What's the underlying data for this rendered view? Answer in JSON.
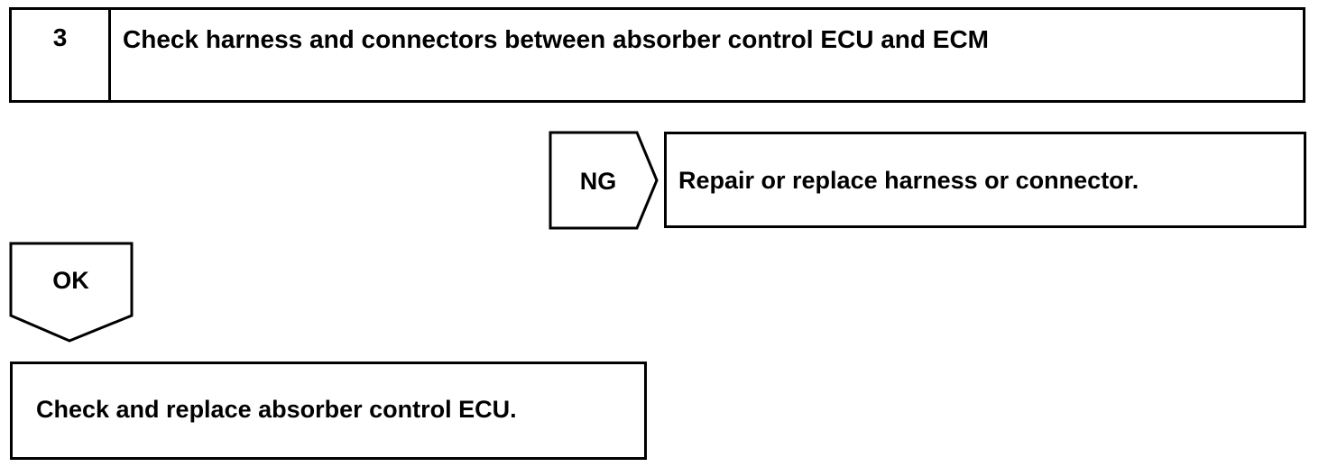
{
  "step": {
    "number": "3",
    "title": "Check harness and connectors between absorber control ECU and ECM"
  },
  "ng_branch": {
    "label": "NG",
    "action": "Repair or replace harness or connector."
  },
  "ok_branch": {
    "label": "OK",
    "action": "Check and replace absorber control ECU."
  }
}
